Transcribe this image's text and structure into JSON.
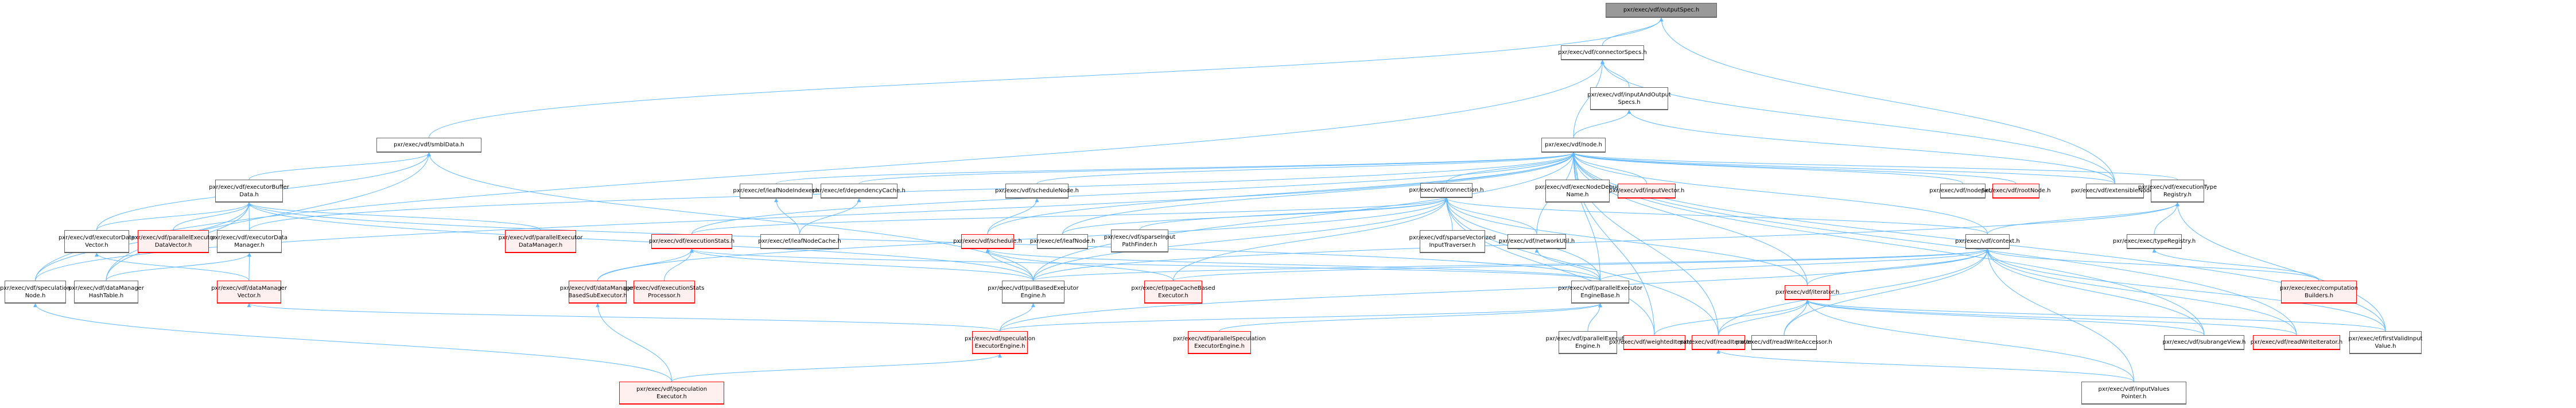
{
  "colors": {
    "edge": "#63b8ff",
    "root_fill": "#999999",
    "node_border": "#666666",
    "truncated_border": "#ff0000",
    "truncated_fill": "#fff0f0"
  },
  "nodes": [
    {
      "id": "outputSpec",
      "label": "pxr/exec/vdf/outputSpec.h",
      "style": "root"
    },
    {
      "id": "connectorSpecs",
      "label": "pxr/exec/vdf/connectorSpecs.h",
      "style": "normal"
    },
    {
      "id": "inputAndOutputSpecs",
      "label": "pxr/exec/vdf/inputAndOutput\nSpecs.h",
      "style": "normal"
    },
    {
      "id": "smblData",
      "label": "pxr/exec/vdf/smblData.h",
      "style": "normal"
    },
    {
      "id": "node",
      "label": "pxr/exec/vdf/node.h",
      "style": "normal"
    },
    {
      "id": "executorBufferData",
      "label": "pxr/exec/vdf/executorBuffer\nData.h",
      "style": "normal"
    },
    {
      "id": "leafNodeIndexer",
      "label": "pxr/exec/ef/leafNodeIndexer.h",
      "style": "normal"
    },
    {
      "id": "dependencyCache",
      "label": "pxr/exec/ef/dependencyCache.h",
      "style": "normal"
    },
    {
      "id": "scheduleNode",
      "label": "pxr/exec/vdf/scheduleNode.h",
      "style": "normal"
    },
    {
      "id": "connection",
      "label": "pxr/exec/vdf/connection.h",
      "style": "normal"
    },
    {
      "id": "execNodeDebugName",
      "label": "pxr/exec/vdf/execNodeDebug\nName.h",
      "style": "normal"
    },
    {
      "id": "inputVector",
      "label": "pxr/exec/vdf/inputVector.h",
      "style": "red"
    },
    {
      "id": "nodeSet",
      "label": "pxr/exec/vdf/nodeSet.h",
      "style": "normal"
    },
    {
      "id": "rootNode",
      "label": "pxr/exec/vdf/rootNode.h",
      "style": "red"
    },
    {
      "id": "extensibleNode",
      "label": "pxr/exec/vdf/extensibleNode.h",
      "style": "normal"
    },
    {
      "id": "executionTypeRegistry",
      "label": "pxr/exec/vdf/executionType\nRegistry.h",
      "style": "normal"
    },
    {
      "id": "executorDataVector",
      "label": "pxr/exec/vdf/executorData\nVector.h",
      "style": "normal"
    },
    {
      "id": "parallelExecutorDataVector",
      "label": "pxr/exec/vdf/parallelExecutor\nDataVector.h",
      "style": "red"
    },
    {
      "id": "executorDataManager",
      "label": "pxr/exec/vdf/executorData\nManager.h",
      "style": "normal"
    },
    {
      "id": "parallelExecutorDataManager",
      "label": "pxr/exec/vdf/parallelExecutor\nDataManager.h",
      "style": "red"
    },
    {
      "id": "executionStats",
      "label": "pxr/exec/vdf/executionStats.h",
      "style": "red"
    },
    {
      "id": "leafNodeCache",
      "label": "pxr/exec/ef/leafNodeCache.h",
      "style": "normal"
    },
    {
      "id": "schedule",
      "label": "pxr/exec/vdf/schedule.h",
      "style": "red"
    },
    {
      "id": "leafNode",
      "label": "pxr/exec/ef/leafNode.h",
      "style": "normal"
    },
    {
      "id": "sparseInputPathFinder",
      "label": "pxr/exec/vdf/sparseInput\nPathFinder.h",
      "style": "normal"
    },
    {
      "id": "sparseVectorizedInputTraverser",
      "label": "pxr/exec/vdf/sparseVectorized\nInputTraverser.h",
      "style": "normal"
    },
    {
      "id": "networkUtil",
      "label": "pxr/exec/vdf/networkUtil.h",
      "style": "normal"
    },
    {
      "id": "context",
      "label": "pxr/exec/vdf/context.h",
      "style": "normal"
    },
    {
      "id": "typeRegistry",
      "label": "pxr/exec/exec/typeRegistry.h",
      "style": "normal"
    },
    {
      "id": "speculationNode",
      "label": "pxr/exec/vdf/speculation\nNode.h",
      "style": "normal"
    },
    {
      "id": "dataManagerHashTable",
      "label": "pxr/exec/vdf/dataManager\nHashTable.h",
      "style": "normal"
    },
    {
      "id": "dataManagerVector",
      "label": "pxr/exec/vdf/dataManager\nVector.h",
      "style": "red"
    },
    {
      "id": "dataManagerBasedSubExecutor",
      "label": "pxr/exec/vdf/dataManager\nBasedSubExecutor.h",
      "style": "red"
    },
    {
      "id": "executionStatsProcessor",
      "label": "pxr/exec/vdf/executionStats\nProcessor.h",
      "style": "red"
    },
    {
      "id": "pullBasedExecutorEngine",
      "label": "pxr/exec/vdf/pullBasedExecutor\nEngine.h",
      "style": "normal"
    },
    {
      "id": "pageCacheBasedExecutor",
      "label": "pxr/exec/ef/pageCacheBased\nExecutor.h",
      "style": "red"
    },
    {
      "id": "parallelExecutorEngineBase",
      "label": "pxr/exec/vdf/parallelExecutor\nEngineBase.h",
      "style": "normal"
    },
    {
      "id": "iterator",
      "label": "pxr/exec/vdf/iterator.h",
      "style": "red"
    },
    {
      "id": "computationBuilders",
      "label": "pxr/exec/exec/computation\nBuilders.h",
      "style": "red"
    },
    {
      "id": "speculationExecutorEngine",
      "label": "pxr/exec/vdf/speculation\nExecutorEngine.h",
      "style": "red"
    },
    {
      "id": "parallelSpeculationExecutorEngine",
      "label": "pxr/exec/vdf/parallelSpeculation\nExecutorEngine.h",
      "style": "red"
    },
    {
      "id": "parallelExecutorEngine",
      "label": "pxr/exec/vdf/parallelExecutor\nEngine.h",
      "style": "normal"
    },
    {
      "id": "weightedIterator",
      "label": "pxr/exec/vdf/weightedIterator.h",
      "style": "red"
    },
    {
      "id": "readIterator",
      "label": "pxr/exec/vdf/readIterator.h",
      "style": "red"
    },
    {
      "id": "readWriteAccessor",
      "label": "pxr/exec/vdf/readWriteAccessor.h",
      "style": "normal"
    },
    {
      "id": "subrangeView",
      "label": "pxr/exec/vdf/subrangeView.h",
      "style": "normal"
    },
    {
      "id": "readWriteIterator",
      "label": "pxr/exec/vdf/readWriteIterator.h",
      "style": "red"
    },
    {
      "id": "firstValidInputValue",
      "label": "pxr/exec/ef/firstValidInput\nValue.h",
      "style": "normal"
    },
    {
      "id": "speculationExecutor",
      "label": "pxr/exec/vdf/speculation\nExecutor.h",
      "style": "red"
    },
    {
      "id": "inputValuesPointer",
      "label": "pxr/exec/vdf/inputValues\nPointer.h",
      "style": "normal"
    }
  ],
  "edges": [
    [
      "connectorSpecs",
      "outputSpec"
    ],
    [
      "smblData",
      "outputSpec"
    ],
    [
      "extensibleNode",
      "outputSpec"
    ],
    [
      "inputAndOutputSpecs",
      "connectorSpecs"
    ],
    [
      "node",
      "connectorSpecs"
    ],
    [
      "speculationNode",
      "connectorSpecs"
    ],
    [
      "extensibleNode",
      "connectorSpecs"
    ],
    [
      "node",
      "inputAndOutputSpecs"
    ],
    [
      "extensibleNode",
      "inputAndOutputSpecs"
    ],
    [
      "executorBufferData",
      "smblData"
    ],
    [
      "executorDataVector",
      "smblData"
    ],
    [
      "dataManagerHashTable",
      "smblData"
    ],
    [
      "pullBasedExecutorEngine",
      "smblData"
    ],
    [
      "connection",
      "node"
    ],
    [
      "leafNodeIndexer",
      "node"
    ],
    [
      "dependencyCache",
      "node"
    ],
    [
      "scheduleNode",
      "node"
    ],
    [
      "execNodeDebugName",
      "node"
    ],
    [
      "inputVector",
      "node"
    ],
    [
      "nodeSet",
      "node"
    ],
    [
      "rootNode",
      "node"
    ],
    [
      "extensibleNode",
      "node"
    ],
    [
      "executionTypeRegistry",
      "node"
    ],
    [
      "context",
      "node"
    ],
    [
      "networkUtil",
      "node"
    ],
    [
      "leafNode",
      "node"
    ],
    [
      "executionStats",
      "node"
    ],
    [
      "speculationNode",
      "node"
    ],
    [
      "executorDataManager",
      "node"
    ],
    [
      "schedule",
      "node"
    ],
    [
      "iterator",
      "node"
    ],
    [
      "readIterator",
      "node"
    ],
    [
      "weightedIterator",
      "node"
    ],
    [
      "subrangeView",
      "node"
    ],
    [
      "firstValidInputValue",
      "node"
    ],
    [
      "pullBasedExecutorEngine",
      "node"
    ],
    [
      "parallelExecutorEngineBase",
      "node"
    ],
    [
      "readWriteIterator",
      "node"
    ],
    [
      "executorDataVector",
      "executorBufferData"
    ],
    [
      "parallelExecutorDataVector",
      "executorBufferData"
    ],
    [
      "executorDataManager",
      "executorBufferData"
    ],
    [
      "parallelExecutorDataManager",
      "executorBufferData"
    ],
    [
      "dataManagerHashTable",
      "executorBufferData"
    ],
    [
      "speculationNode",
      "executorBufferData"
    ],
    [
      "pullBasedExecutorEngine",
      "executorBufferData"
    ],
    [
      "parallelExecutorEngineBase",
      "executorBufferData"
    ],
    [
      "dataManagerVector",
      "executorDataManager"
    ],
    [
      "dataManagerHashTable",
      "executorDataManager"
    ],
    [
      "dataManagerVector",
      "executorDataVector"
    ],
    [
      "leafNodeCache",
      "leafNodeIndexer"
    ],
    [
      "leafNodeCache",
      "dependencyCache"
    ],
    [
      "schedule",
      "scheduleNode"
    ],
    [
      "sparseInputPathFinder",
      "connection"
    ],
    [
      "sparseVectorizedInputTraverser",
      "connection"
    ],
    [
      "networkUtil",
      "connection"
    ],
    [
      "leafNode",
      "connection"
    ],
    [
      "context",
      "connection"
    ],
    [
      "executionStats",
      "connection"
    ],
    [
      "pullBasedExecutorEngine",
      "connection"
    ],
    [
      "parallelExecutorEngineBase",
      "connection"
    ],
    [
      "iterator",
      "connection"
    ],
    [
      "readIterator",
      "connection"
    ],
    [
      "weightedIterator",
      "connection"
    ],
    [
      "pageCacheBasedExecutor",
      "connection"
    ],
    [
      "dataManagerBasedSubExecutor",
      "connection"
    ],
    [
      "parallelExecutorEngineBase",
      "networkUtil"
    ],
    [
      "dataManagerBasedSubExecutor",
      "executionStats"
    ],
    [
      "executionStatsProcessor",
      "executionStats"
    ],
    [
      "pullBasedExecutorEngine",
      "executionStats"
    ],
    [
      "parallelExecutorEngineBase",
      "executionStats"
    ],
    [
      "pullBasedExecutorEngine",
      "schedule"
    ],
    [
      "pageCacheBasedExecutor",
      "schedule"
    ],
    [
      "parallelExecutorEngineBase",
      "schedule"
    ],
    [
      "typeRegistry",
      "executionTypeRegistry"
    ],
    [
      "context",
      "executionTypeRegistry"
    ],
    [
      "firstValidInputValue",
      "executionTypeRegistry"
    ],
    [
      "pullBasedExecutorEngine",
      "executionTypeRegistry"
    ],
    [
      "computationBuilders",
      "typeRegistry"
    ],
    [
      "iterator",
      "context"
    ],
    [
      "readWriteAccessor",
      "context"
    ],
    [
      "subrangeView",
      "context"
    ],
    [
      "readIterator",
      "context"
    ],
    [
      "computationBuilders",
      "context"
    ],
    [
      "firstValidInputValue",
      "context"
    ],
    [
      "inputValuesPointer",
      "context"
    ],
    [
      "pullBasedExecutorEngine",
      "context"
    ],
    [
      "parallelExecutorEngineBase",
      "context"
    ],
    [
      "speculationExecutorEngine",
      "context"
    ],
    [
      "pageCacheBasedExecutor",
      "context"
    ],
    [
      "readWriteIterator",
      "context"
    ],
    [
      "readIterator",
      "iterator"
    ],
    [
      "weightedIterator",
      "iterator"
    ],
    [
      "readWriteAccessor",
      "iterator"
    ],
    [
      "subrangeView",
      "iterator"
    ],
    [
      "readWriteIterator",
      "iterator"
    ],
    [
      "firstValidInputValue",
      "iterator"
    ],
    [
      "inputValuesPointer",
      "iterator"
    ],
    [
      "inputValuesPointer",
      "readIterator"
    ],
    [
      "speculationExecutorEngine",
      "pullBasedExecutorEngine"
    ],
    [
      "parallelExecutorEngine",
      "parallelExecutorEngineBase"
    ],
    [
      "parallelSpeculationExecutorEngine",
      "parallelExecutorEngineBase"
    ],
    [
      "speculationExecutorEngine",
      "parallelExecutorEngineBase"
    ],
    [
      "speculationExecutor",
      "dataManagerBasedSubExecutor"
    ],
    [
      "speculationExecutor",
      "speculationExecutorEngine"
    ],
    [
      "speculationExecutor",
      "speculationNode"
    ],
    [
      "speculationExecutorEngine",
      "dataManagerVector"
    ]
  ]
}
